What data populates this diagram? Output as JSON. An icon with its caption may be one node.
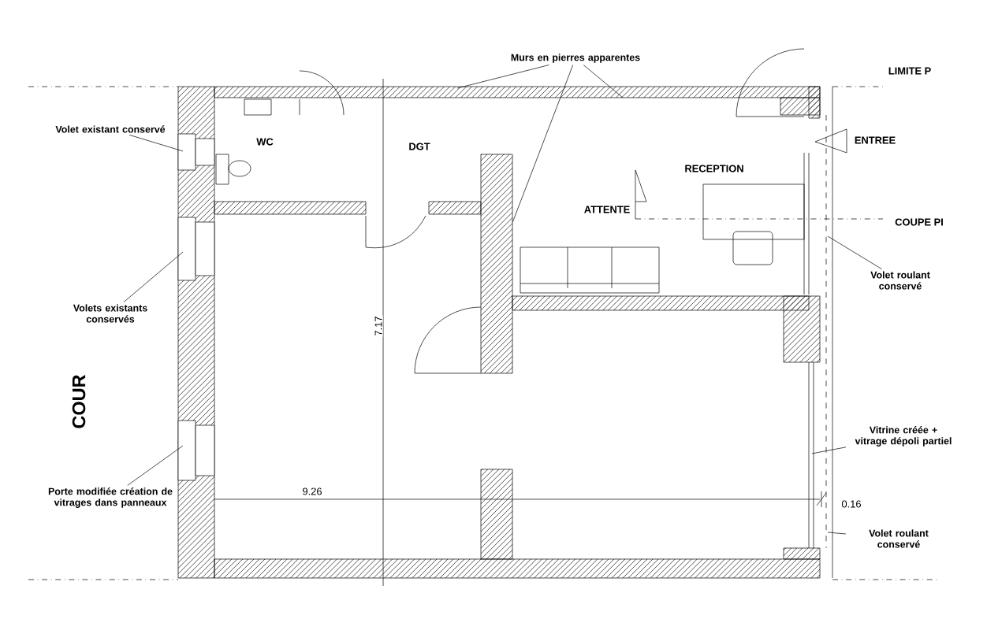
{
  "diagram": {
    "nodes": [
      {
        "text": [
          "Volet existant conservé"
        ]
      },
      {
        "text": [
          "Volets existants conservés"
        ]
      },
      {
        "text": [
          "Porte modifiée création de vitrages dans panneaux"
        ]
      },
      {
        "text": [
          "Murs en pierres apparentes"
        ]
      },
      {
        "text": [
          "Volet roulant conservé"
        ]
      },
      {
        "text": [
          "Vitrine créée + vitrage dépoli partiel"
        ]
      },
      {
        "text": [
          "Volet roulant conservé"
        ]
      },
      {
        "text": [],
        "shape": "box"
      }
    ],
    "edges": [
      {
        "from": 0,
        "to": null,
        "arrow": "none"
      },
      {
        "from": 1,
        "to": null,
        "arrow": "none"
      },
      {
        "from": 2,
        "to": null,
        "arrow": "none"
      },
      {
        "from": 3,
        "to": null,
        "arrow": "none"
      },
      {
        "from": 3,
        "to": null,
        "arrow": "none"
      },
      {
        "from": 3,
        "to": 7,
        "arrow": "none"
      },
      {
        "from": 4,
        "to": null,
        "arrow": "none"
      },
      {
        "from": 5,
        "to": null,
        "arrow": "none"
      },
      {
        "from": 6,
        "to": null,
        "arrow": "none"
      }
    ],
    "labels": [
      "LIMITE P",
      "WC",
      "DGT",
      "ENTREE",
      "RECEPTION",
      "ATTENTE",
      "COUPE PI",
      "7.17",
      "COUR",
      "9.26",
      "0.16"
    ]
  }
}
